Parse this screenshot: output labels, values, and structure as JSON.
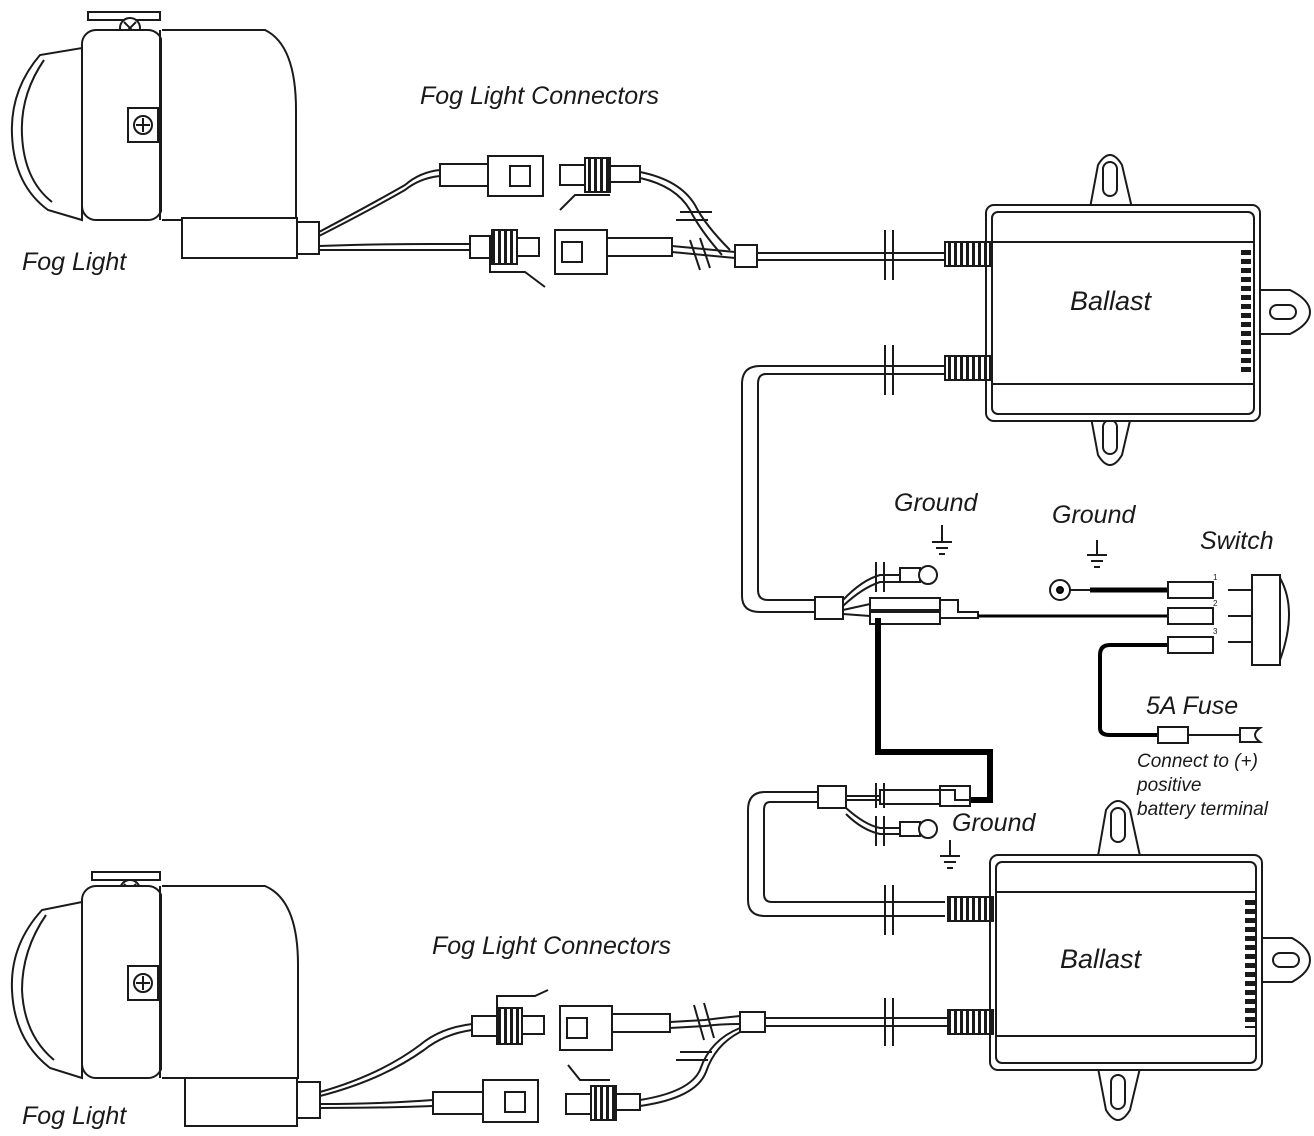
{
  "labels": {
    "fog_light_top": "Fog Light",
    "fog_light_bottom": "Fog Light",
    "connectors_top": "Fog Light Connectors",
    "connectors_bottom": "Fog Light Connectors",
    "ballast_top": "Ballast",
    "ballast_bottom": "Ballast",
    "ground_1": "Ground",
    "ground_2": "Ground",
    "ground_3": "Ground",
    "switch": "Switch",
    "fuse": "5A Fuse",
    "battery_note": "Connect to (+)\npositive\nbattery terminal"
  },
  "switch_terminals": [
    "1",
    "2",
    "3"
  ],
  "colors": {
    "ink": "#1a1a1a",
    "wire_heavy": "#000000",
    "paper": "#ffffff"
  }
}
